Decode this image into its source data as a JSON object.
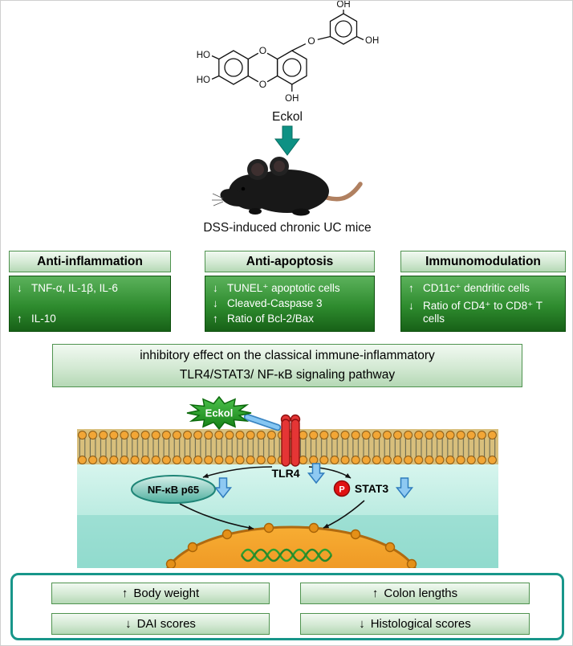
{
  "molecule": {
    "name": "Eckol",
    "labels": {
      "top": "OH",
      "right": "OH",
      "left": "HO",
      "lower_left": "HO",
      "bottom": "OH"
    },
    "ring_oxygens": [
      "O",
      "O",
      "O"
    ]
  },
  "intro": {
    "mouse_caption": "DSS-induced chronic UC mice"
  },
  "effect_panels": [
    {
      "title": "Anti-inflammation",
      "items": [
        {
          "arrow": "↓",
          "text": "TNF-α, IL-1β, IL-6"
        },
        {
          "arrow": "↑",
          "text": "IL-10"
        }
      ]
    },
    {
      "title": "Anti-apoptosis",
      "items": [
        {
          "arrow": "↓",
          "text": "TUNEL⁺ apoptotic cells"
        },
        {
          "arrow": "↓",
          "text": "Cleaved-Caspase 3"
        },
        {
          "arrow": "↑",
          "text": "Ratio of Bcl-2/Bax"
        }
      ]
    },
    {
      "title": "Immunomodulation",
      "items": [
        {
          "arrow": "↑",
          "text": "CD11c⁺ dendritic cells"
        },
        {
          "arrow": "↓",
          "text": "Ratio of CD4⁺ to CD8⁺ T cells"
        }
      ]
    }
  ],
  "pathway_box": {
    "line1": "inhibitory effect on the classical immune-inflammatory",
    "line2": "TLR4/STAT3/ NF-κB signaling pathway"
  },
  "signaling": {
    "ligand": "Eckol",
    "receptor": "TLR4",
    "tf1": "NF-κB p65",
    "tf2": "STAT3",
    "phospho": "P"
  },
  "outcomes": [
    {
      "arrow": "↑",
      "text": "Body weight"
    },
    {
      "arrow": "↑",
      "text": "Colon lengths"
    },
    {
      "arrow": "↓",
      "text": "DAI scores"
    },
    {
      "arrow": "↓",
      "text": "Histological scores"
    }
  ],
  "colors": {
    "accent_teal": "#0d9184",
    "panel_border_teal": "#18968a",
    "dark_green": "#176117",
    "light_green_border": "#4f934f",
    "receptor_red": "#e53535",
    "nucleus_orange": "#f0961e",
    "arrow_blue": "#8ec9f2"
  }
}
